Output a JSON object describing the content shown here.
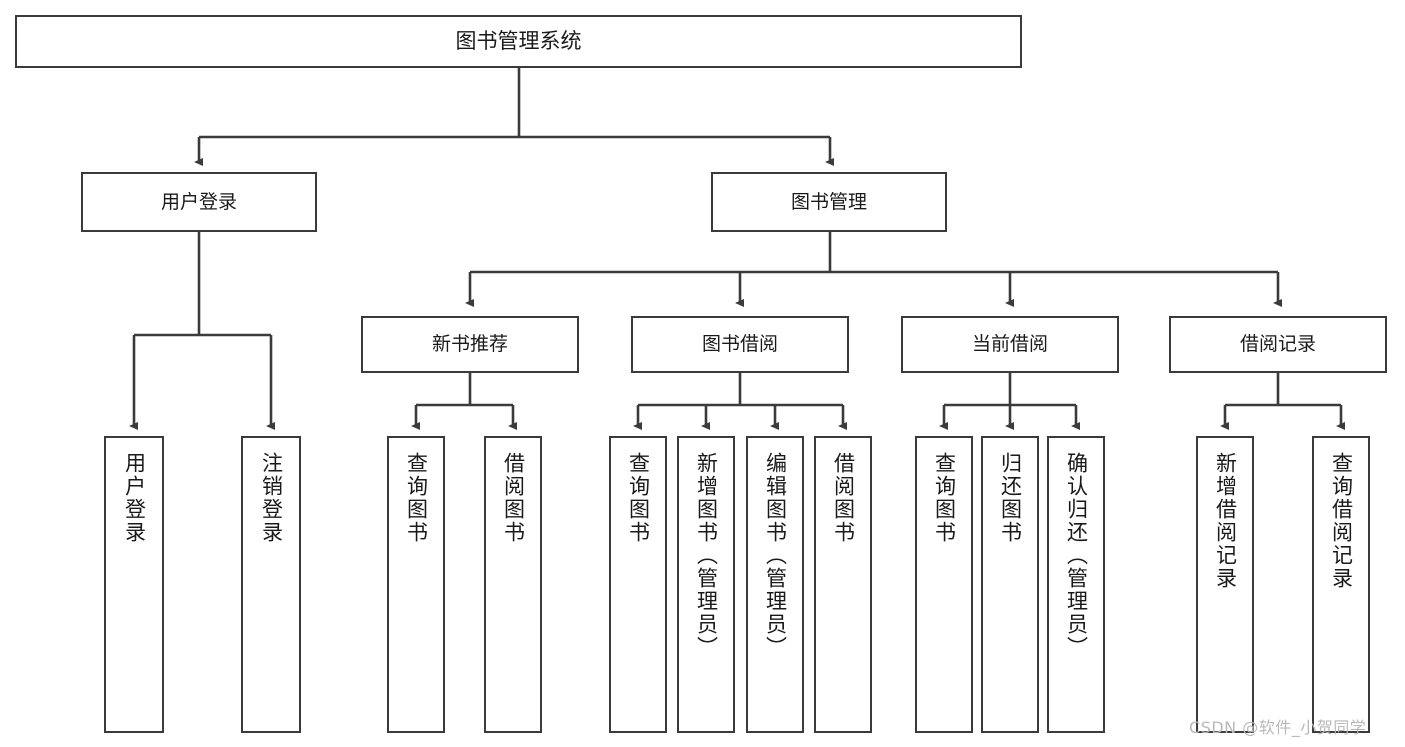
{
  "diagram": {
    "title": "图书管理系统",
    "type": "tree-hierarchy-chart",
    "colors": {
      "box_border": "#3b3b3b",
      "box_fill": "#ffffff",
      "connector": "#3b3b3b",
      "text": "#1a1a1a",
      "watermark": "#b9b9b9",
      "background": "#ffffff"
    }
  },
  "root": {
    "label": "图书管理系统"
  },
  "level2": [
    {
      "id": "user-login",
      "label": "用户登录"
    },
    {
      "id": "book-management",
      "label": "图书管理"
    }
  ],
  "level3": [
    {
      "id": "new-book-recommend",
      "label": "新书推荐"
    },
    {
      "id": "book-borrow",
      "label": "图书借阅"
    },
    {
      "id": "current-borrow",
      "label": "当前借阅"
    },
    {
      "id": "borrow-record",
      "label": "借阅记录"
    }
  ],
  "leaves": {
    "user_login": [
      {
        "id": "leaf-user-login",
        "label": "用户登录"
      },
      {
        "id": "leaf-user-logout",
        "label": "注销登录"
      }
    ],
    "new_book_recommend": [
      {
        "id": "leaf-query-book-1",
        "label": "查询图书"
      },
      {
        "id": "leaf-borrow-book-1",
        "label": "借阅图书"
      }
    ],
    "book_borrow": [
      {
        "id": "leaf-query-book-2",
        "label": "查询图书"
      },
      {
        "id": "leaf-add-book",
        "label": "新增图书（管理员）"
      },
      {
        "id": "leaf-edit-book",
        "label": "编辑图书（管理员）"
      },
      {
        "id": "leaf-borrow-book-2",
        "label": "借阅图书"
      }
    ],
    "current_borrow": [
      {
        "id": "leaf-query-book-3",
        "label": "查询图书"
      },
      {
        "id": "leaf-return-book",
        "label": "归还图书"
      },
      {
        "id": "leaf-confirm-return",
        "label": "确认归还（管理员）"
      }
    ],
    "borrow_record": [
      {
        "id": "leaf-add-record",
        "label": "新增借阅记录"
      },
      {
        "id": "leaf-query-record",
        "label": "查询借阅记录"
      }
    ]
  },
  "watermark": {
    "text": "CSDN @软件_小贺同学"
  }
}
